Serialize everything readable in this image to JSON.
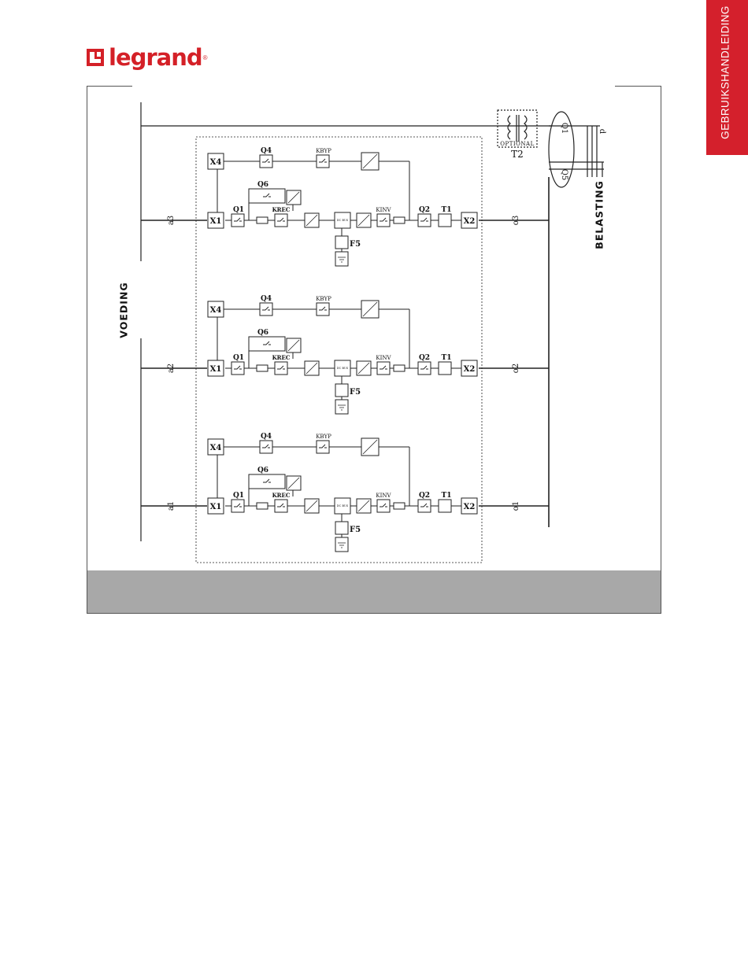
{
  "brand": {
    "name": "legrand",
    "registered": "®",
    "color": "#d42027"
  },
  "side_tab": {
    "label": "GEBRUIKSHANDLEIDING",
    "color": "#d4202c"
  },
  "diagram": {
    "supply_label": "VOEDING",
    "load_label": "BELASTING",
    "optional_label": "OPTIONAL",
    "transformer_label": "T2",
    "load_switch_top": "Q1",
    "load_switch_bottom": "Q5",
    "output_phase": "d",
    "units": [
      {
        "input": "a3",
        "output": "o3"
      },
      {
        "input": "a2",
        "output": "o2"
      },
      {
        "input": "a1",
        "output": "o1"
      }
    ],
    "component_labels": {
      "bypass_input": "X4",
      "main_input": "X1",
      "output": "X2",
      "bypass_switch": "Q4",
      "bypass_static": "KBYP",
      "battery_switch": "Q6",
      "input_switch": "Q1",
      "rectifier_contactor": "KREC",
      "inverter_contactor": "KINV",
      "output_switch": "Q2",
      "output_transformer": "T1",
      "fuse": "F5",
      "dc_bus": "DC BUS"
    }
  }
}
